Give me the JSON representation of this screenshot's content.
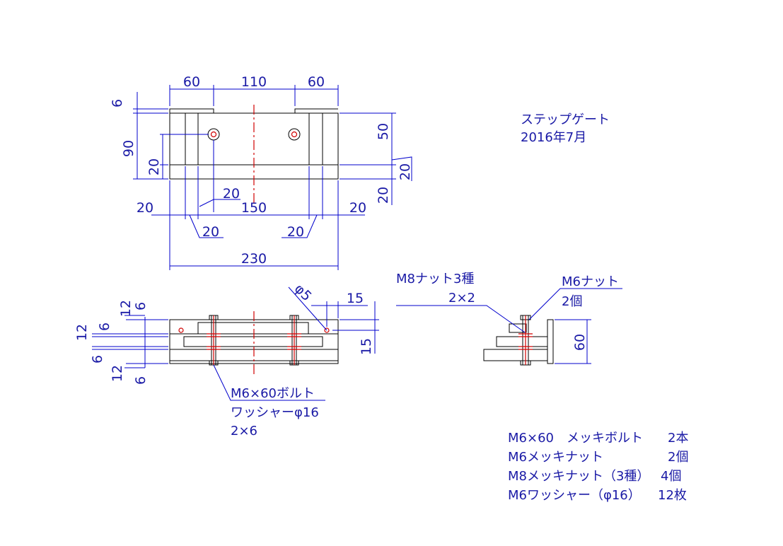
{
  "title": {
    "line1": "ステップゲート",
    "line2": "2016年7月"
  },
  "top_view": {
    "dims": {
      "w60_left": "60",
      "w110": "110",
      "w60_right": "60",
      "h6": "6",
      "h90": "90",
      "h20_left": "20",
      "h50": "50",
      "h20_right_a": "20",
      "h20_right_b": "20",
      "hole_offset": "20",
      "w20_left": "20",
      "w150": "150",
      "w20_right": "20",
      "inner_20_left": "20",
      "inner_20_right": "20",
      "w230": "230"
    }
  },
  "side_view": {
    "dims": {
      "v12_a": "12",
      "v6_a": "6",
      "v12_b": "12",
      "v6_b": "6",
      "v6_c": "6",
      "v12_c": "12",
      "v6_d": "6",
      "phi5": "φ5",
      "w15": "15",
      "h15": "15"
    },
    "bolt_label": [
      "M6×60ボルト",
      "ワッシャーφ16",
      "2×6"
    ]
  },
  "end_view": {
    "m8_label": [
      "M8ナット3種",
      "2×2"
    ],
    "m6_label": [
      "M6ナット",
      "2個"
    ],
    "h60": "60"
  },
  "parts_list": [
    {
      "name": "M6×60　メッキボルト",
      "qty": "2本"
    },
    {
      "name": "M6メッキナット",
      "qty": "2個"
    },
    {
      "name": "M8メッキナット（3種）",
      "qty": "4個"
    },
    {
      "name": "M6ワッシャー（φ16）",
      "qty": "12枚"
    }
  ],
  "colors": {
    "dimension": "#0000cc",
    "outline": "#000000",
    "centerline": "#d00000",
    "text": "#1a1aa6"
  }
}
